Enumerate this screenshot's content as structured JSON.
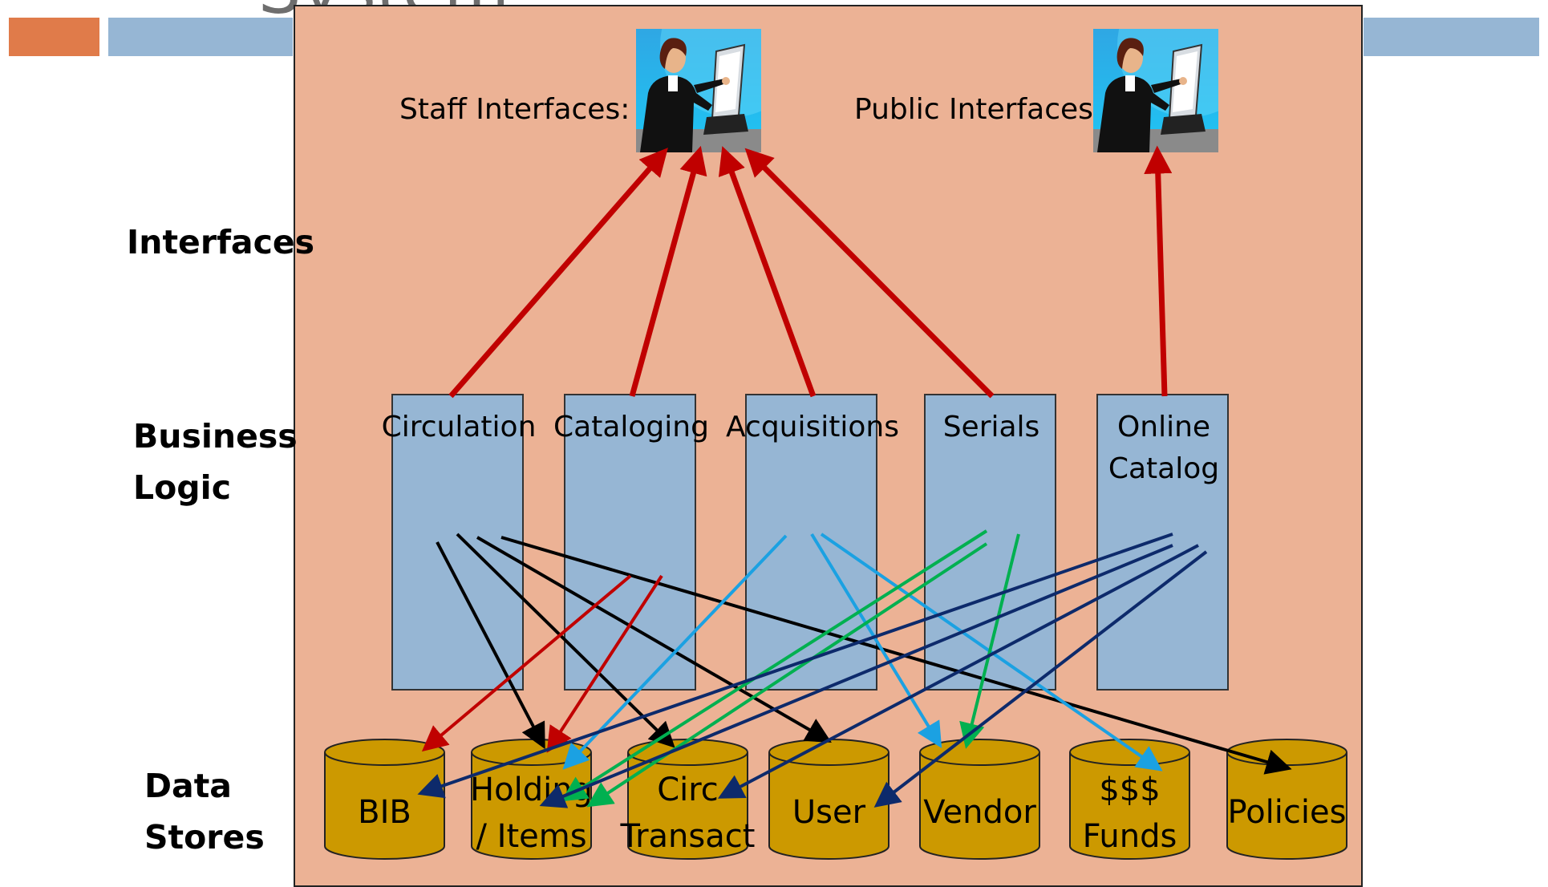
{
  "slide": {
    "title": "System",
    "colors": {
      "accent_orange": "#e07b4a",
      "accent_blue": "#96b6d4",
      "panel": "#ecb295"
    }
  },
  "layers": {
    "interfaces": "Interfaces",
    "business_logic": "Business\nLogic",
    "data_stores": "Data\nStores"
  },
  "interfaces": {
    "staff_label": "Staff Interfaces:",
    "public_label": "Public Interfaces:",
    "icon": "person-at-computer-icon"
  },
  "modules": [
    {
      "id": "circulation",
      "label": "Circulation"
    },
    {
      "id": "cataloging",
      "label": "Cataloging"
    },
    {
      "id": "acquisitions",
      "label": "Acquisitions"
    },
    {
      "id": "serials",
      "label": "Serials"
    },
    {
      "id": "online-catalog",
      "label": "Online\nCatalog"
    }
  ],
  "stores": [
    {
      "id": "bib",
      "label": "BIB"
    },
    {
      "id": "holding-items",
      "label": "Holding\n/ Items"
    },
    {
      "id": "circ-transact",
      "label": "Circ\nTransact"
    },
    {
      "id": "user",
      "label": "User"
    },
    {
      "id": "vendor",
      "label": "Vendor"
    },
    {
      "id": "funds",
      "label": "$$$\nFunds"
    },
    {
      "id": "policies",
      "label": "Policies"
    }
  ],
  "edges": [
    {
      "from": "circulation",
      "to": "staff-interface",
      "color": "#c00000"
    },
    {
      "from": "cataloging",
      "to": "staff-interface",
      "color": "#c00000"
    },
    {
      "from": "acquisitions",
      "to": "staff-interface",
      "color": "#c00000"
    },
    {
      "from": "serials",
      "to": "staff-interface",
      "color": "#c00000"
    },
    {
      "from": "online-catalog",
      "to": "public-interface",
      "color": "#c00000"
    },
    {
      "from": "circulation",
      "to": "holding-items",
      "color": "#000000"
    },
    {
      "from": "circulation",
      "to": "circ-transact",
      "color": "#000000"
    },
    {
      "from": "circulation",
      "to": "user",
      "color": "#000000"
    },
    {
      "from": "circulation",
      "to": "policies",
      "color": "#000000"
    },
    {
      "from": "cataloging",
      "to": "bib",
      "color": "#c00000"
    },
    {
      "from": "cataloging",
      "to": "holding-items",
      "color": "#c00000"
    },
    {
      "from": "acquisitions",
      "to": "holding-items",
      "color": "#1ba1e2"
    },
    {
      "from": "acquisitions",
      "to": "vendor",
      "color": "#1ba1e2"
    },
    {
      "from": "acquisitions",
      "to": "funds",
      "color": "#1ba1e2"
    },
    {
      "from": "serials",
      "to": "holding-items",
      "color": "#00b050"
    },
    {
      "from": "serials",
      "to": "holding-items",
      "color": "#00b050"
    },
    {
      "from": "serials",
      "to": "vendor",
      "color": "#00b050"
    },
    {
      "from": "online-catalog",
      "to": "bib",
      "color": "#0d2a6b"
    },
    {
      "from": "online-catalog",
      "to": "holding-items",
      "color": "#0d2a6b"
    },
    {
      "from": "online-catalog",
      "to": "circ-transact",
      "color": "#0d2a6b"
    },
    {
      "from": "online-catalog",
      "to": "user",
      "color": "#0d2a6b"
    }
  ]
}
